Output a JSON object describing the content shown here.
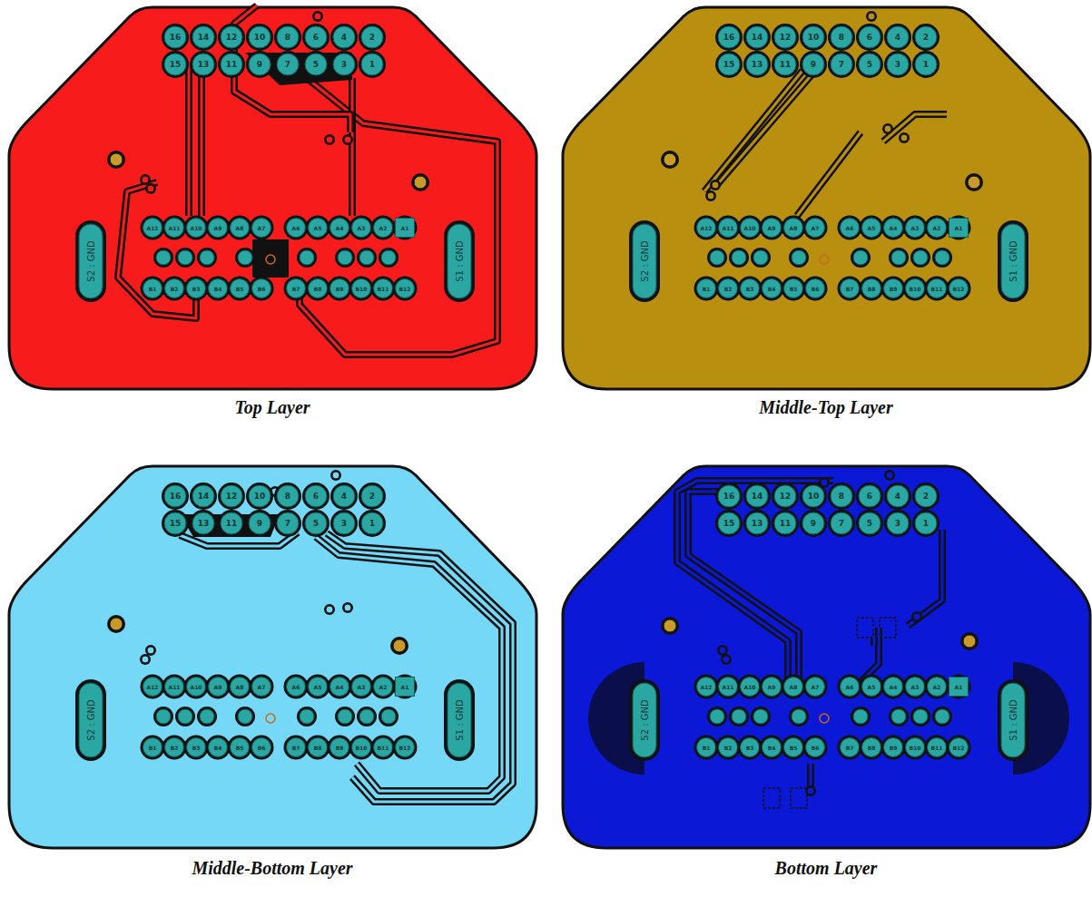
{
  "diagram": {
    "labels": [
      "16",
      "14",
      "12",
      "10",
      "8",
      "6",
      "4",
      "2",
      "15",
      "13",
      "11",
      "9",
      "7",
      "5",
      "3",
      "1",
      "A12",
      "A11",
      "A10",
      "A9",
      "A8",
      "A7",
      "A6",
      "A5",
      "A4",
      "A3",
      "A2",
      "A1",
      "B1",
      "B2",
      "B3",
      "B4",
      "B5",
      "B6",
      "B7",
      "B8",
      "B9",
      "B10",
      "B11",
      "B12",
      "S2 : GND",
      "S1 : GND",
      "16",
      "14",
      "12",
      "10",
      "8",
      "6",
      "4",
      "2",
      "15",
      "13",
      "11",
      "9",
      "7",
      "5",
      "3",
      "1",
      "A12",
      "A11",
      "A10",
      "A9",
      "A8",
      "A7",
      "A6",
      "A5",
      "A4",
      "A3",
      "A2",
      "A1",
      "B1",
      "B2",
      "B3",
      "B4",
      "B5",
      "B6",
      "B7",
      "B8",
      "B9",
      "B10",
      "B11",
      "B12",
      "S2 : GND",
      "S1 : GND",
      "16",
      "14",
      "12",
      "10",
      "8",
      "6",
      "4",
      "2",
      "15",
      "13",
      "11",
      "9",
      "7",
      "5",
      "3",
      "1",
      "A12",
      "A11",
      "A10",
      "A9",
      "A8",
      "A7",
      "A6",
      "A5",
      "A4",
      "A3",
      "A2",
      "A1",
      "B1",
      "B2",
      "B3",
      "B4",
      "B5",
      "B6",
      "B7",
      "B8",
      "B9",
      "B10",
      "B11",
      "B12",
      "S2 : GND",
      "S1 : GND",
      "16",
      "14",
      "12",
      "10",
      "8",
      "6",
      "4",
      "2",
      "15",
      "13",
      "11",
      "9",
      "7",
      "5",
      "3",
      "1",
      "A12",
      "A11",
      "A10",
      "A9",
      "A8",
      "A7",
      "A6",
      "A5",
      "A4",
      "A3",
      "A2",
      "A1",
      "B1",
      "B2",
      "B3",
      "B4",
      "B5",
      "B6",
      "B7",
      "B8",
      "B9",
      "B10",
      "B11",
      "B12",
      "S2 : GND",
      "S1 : GND",
      "Top Layer",
      "Middle-Top Layer",
      "Middle-Bottom Layer",
      "Bottom Layer"
    ]
  }
}
